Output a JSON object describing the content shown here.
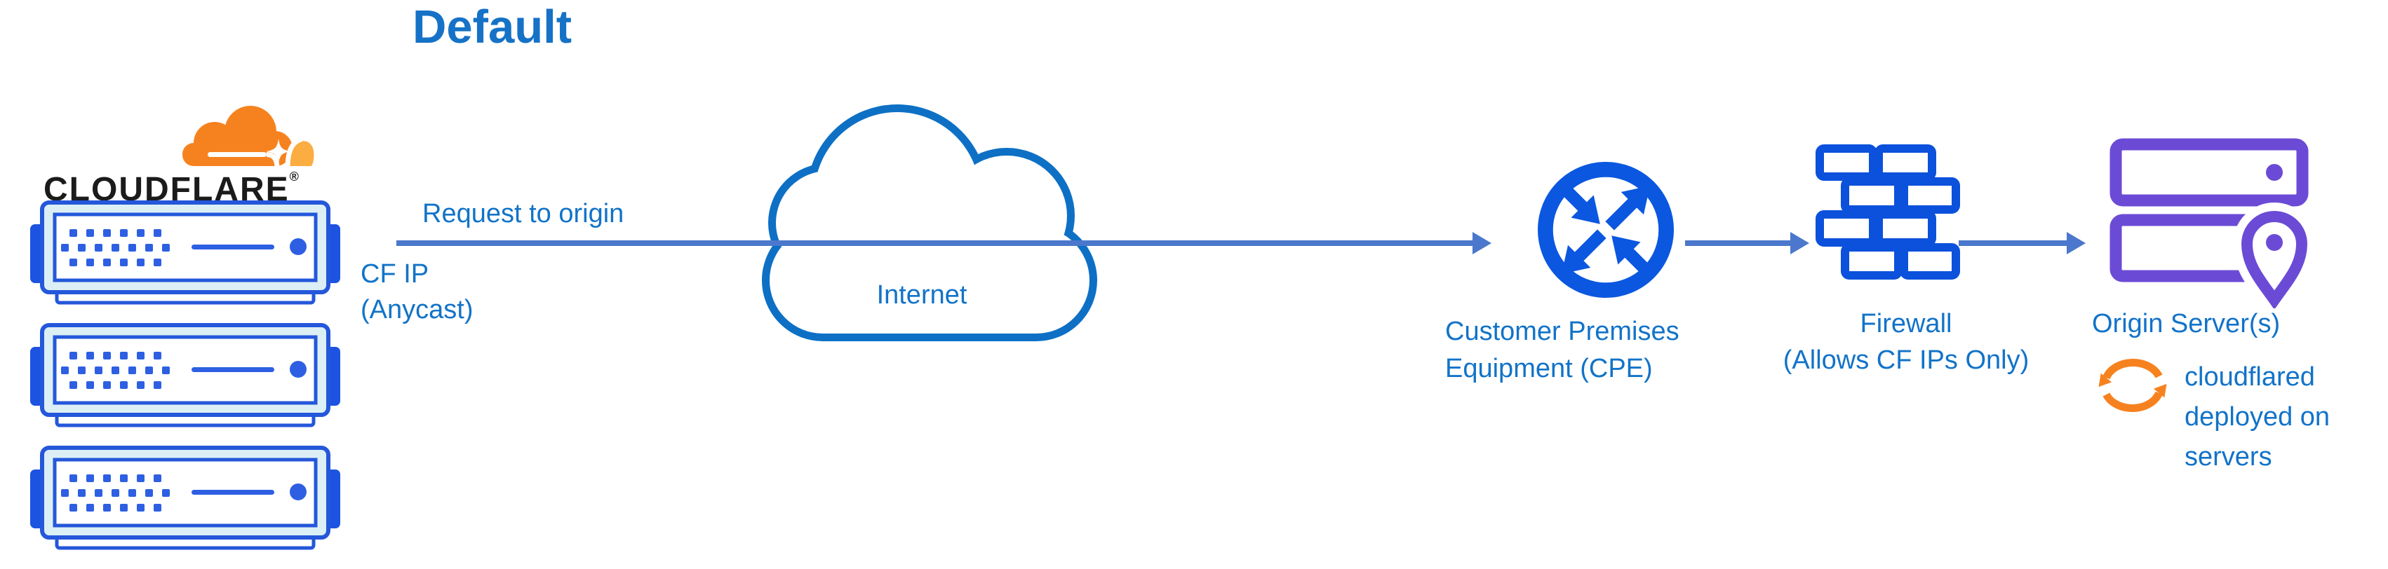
{
  "title": "Default",
  "brand": {
    "wordmark": "CLOUDFLARE",
    "registered": "®"
  },
  "nodes": {
    "cloudflare_edge": "Cloudflare anycast edge servers (3 stacked server appliances)",
    "internet": "Internet",
    "cpe": {
      "line1": "Customer Premises",
      "line2": "Equipment (CPE)"
    },
    "firewall": {
      "line1": "Firewall",
      "line2": "(Allows CF IPs Only)"
    },
    "origin": "Origin Server(s)"
  },
  "annotations": {
    "request": "Request to origin",
    "cf_ip": {
      "line1": "CF IP",
      "line2": "(Anycast)"
    },
    "cloudflared": "cloudflared deployed on servers"
  },
  "flow": [
    "Cloudflare edge → Internet → Customer Premises Equipment (CPE) → Firewall (Allows CF IPs Only) → Origin Server(s)"
  ],
  "colors": {
    "text_blue": "#1273c8",
    "title_blue": "#1572c6",
    "arrow_blue": "#4b78cc",
    "icon_blue": "#0b57e0",
    "server_stroke_blue": "#2457da",
    "server_tab_blue": "#1c53e0",
    "server_fill": "#dceff5",
    "cloud_stroke": "#0d70c5",
    "origin_purple": "#6b4bd6",
    "cf_orange": "#f6821f",
    "cf_orange_light": "#fbad41",
    "wordmark_black": "#1b1b1b",
    "background": "#ffffff"
  }
}
